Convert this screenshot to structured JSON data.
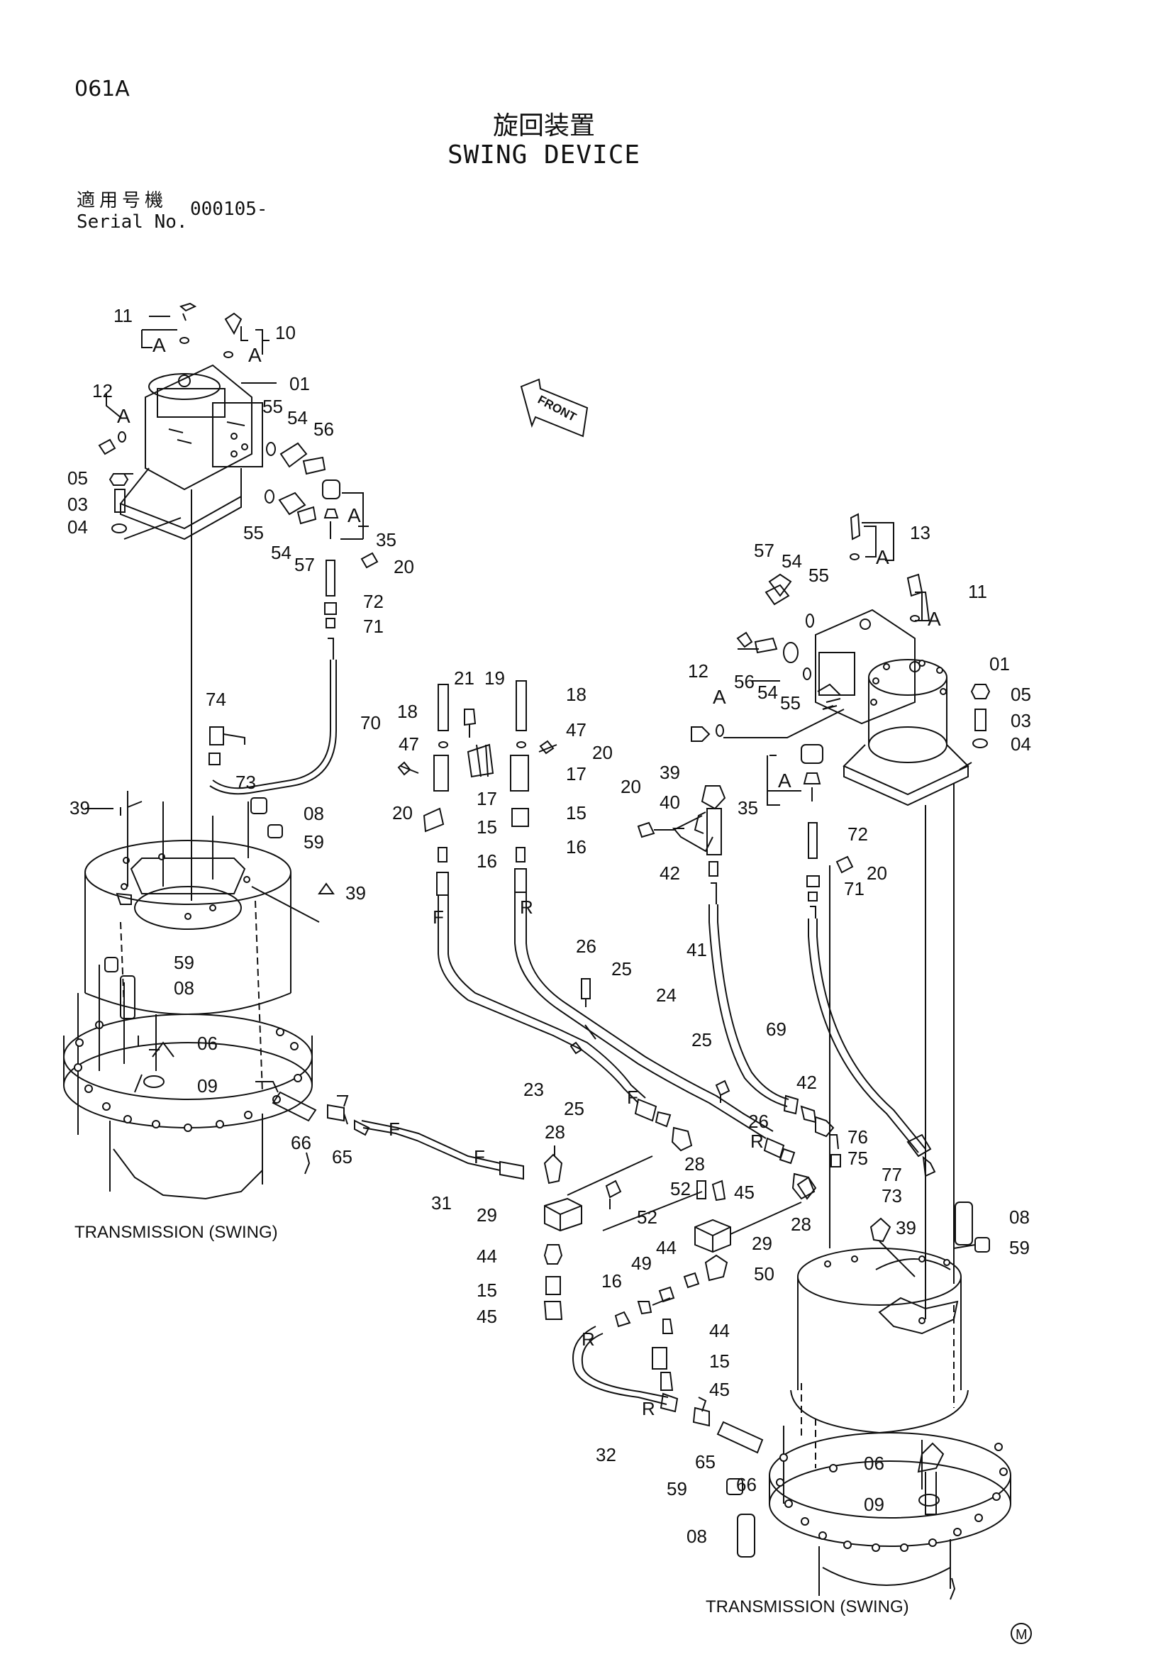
{
  "header": {
    "page_code": "061A",
    "title_jp": "旋回装置",
    "title_en": "SWING DEVICE",
    "serial_label_jp": "適用号機",
    "serial_label_en": "Serial No.",
    "serial_value": "000105-"
  },
  "labels": {
    "front": "FRONT",
    "transmission_left": "TRANSMISSION (SWING)",
    "transmission_right": "TRANSMISSION (SWING)",
    "marker": "M",
    "detail_ref": "A",
    "hose_f": "F",
    "hose_r": "R"
  },
  "callouts": {
    "c01": "01",
    "c03": "03",
    "c04": "04",
    "c05": "05",
    "c06": "06",
    "c08": "08",
    "c09": "09",
    "c10": "10",
    "c11": "11",
    "c12": "12",
    "c13": "13",
    "c15": "15",
    "c16": "16",
    "c17": "17",
    "c18": "18",
    "c19": "19",
    "c20": "20",
    "c21": "21",
    "c23": "23",
    "c24": "24",
    "c25": "25",
    "c26": "26",
    "c28": "28",
    "c29": "29",
    "c31": "31",
    "c32": "32",
    "c35": "35",
    "c39": "39",
    "c40": "40",
    "c41": "41",
    "c42": "42",
    "c44": "44",
    "c45": "45",
    "c47": "47",
    "c49": "49",
    "c50": "50",
    "c52": "52",
    "c54": "54",
    "c55": "55",
    "c56": "56",
    "c57": "57",
    "c59": "59",
    "c65": "65",
    "c66": "66",
    "c69": "69",
    "c70": "70",
    "c71": "71",
    "c72": "72",
    "c73": "73",
    "c74": "74",
    "c75": "75",
    "c76": "76",
    "c77": "77"
  }
}
